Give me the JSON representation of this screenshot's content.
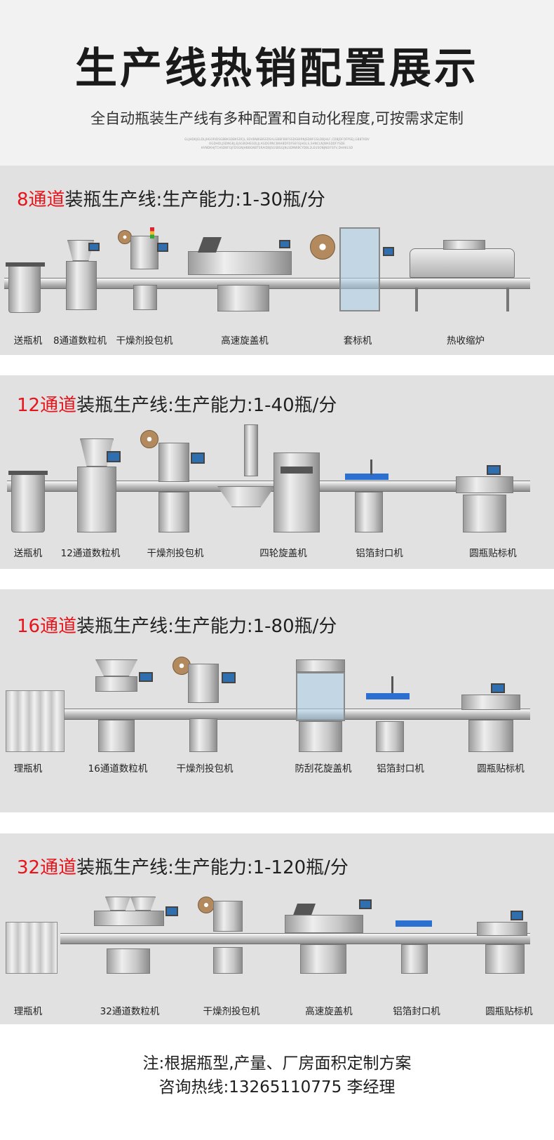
{
  "header": {
    "title": "生产线热销配置展示",
    "subtitle": "全自动瓶装生产线有多种配置和自动化程度,可按需求定制",
    "fine_print": "GLJHDKJGLDLJHGORIDSGBBKSDBKSDFJL,SDVBNBSBSSDSALGBBFBBFSSDGBIRNJSDBFGSLDBJHLF,CDBJDFOFPSEJ,GBBTKBV OGDHDLJSDNGBJ,EJSGBDHEGDLJLAGDGRNCBKHBDFDFSEFGJHGLS,SHNCLNJWASDDFYSDE HVNDKHJTCHSDBFGJFDSGNJHBBGNBTSRAIDBJSGSBSGJNLSDNWBCYDBL2LEUSONJNEIFSFV,DHAKLSD"
  },
  "sections": [
    {
      "channel": "8通道",
      "rest": "装瓶生产线:生产能力:1-30瓶/分",
      "machines": [
        "送瓶机",
        "8通道数粒机",
        "干燥剂投包机",
        "高速旋盖机",
        "套标机",
        "热收缩炉"
      ]
    },
    {
      "channel": "12通道",
      "rest": "装瓶生产线:生产能力:1-40瓶/分",
      "machines": [
        "送瓶机",
        "12通道数粒机",
        "干燥剂投包机",
        "四轮旋盖机",
        "铝箔封口机",
        "圆瓶贴标机"
      ]
    },
    {
      "channel": "16通道",
      "rest": "装瓶生产线:生产能力:1-80瓶/分",
      "machines": [
        "理瓶机",
        "16通道数粒机",
        "干燥剂投包机",
        "防刮花旋盖机",
        "铝箔封口机",
        "圆瓶贴标机"
      ]
    },
    {
      "channel": "32通道",
      "rest": "装瓶生产线:生产能力:1-120瓶/分",
      "machines": [
        "理瓶机",
        "32通道数粒机",
        "干燥剂投包机",
        "高速旋盖机",
        "铝箔封口机",
        "圆瓶贴标机"
      ]
    }
  ],
  "footer": {
    "note": "注:根据瓶型,产量、厂房面积定制方案",
    "hotline": "咨询热线:13265110775 李经理"
  },
  "colors": {
    "accent": "#e8141b",
    "section_bg": "#e1e1e1",
    "header_bg": "#f2f2f2"
  }
}
